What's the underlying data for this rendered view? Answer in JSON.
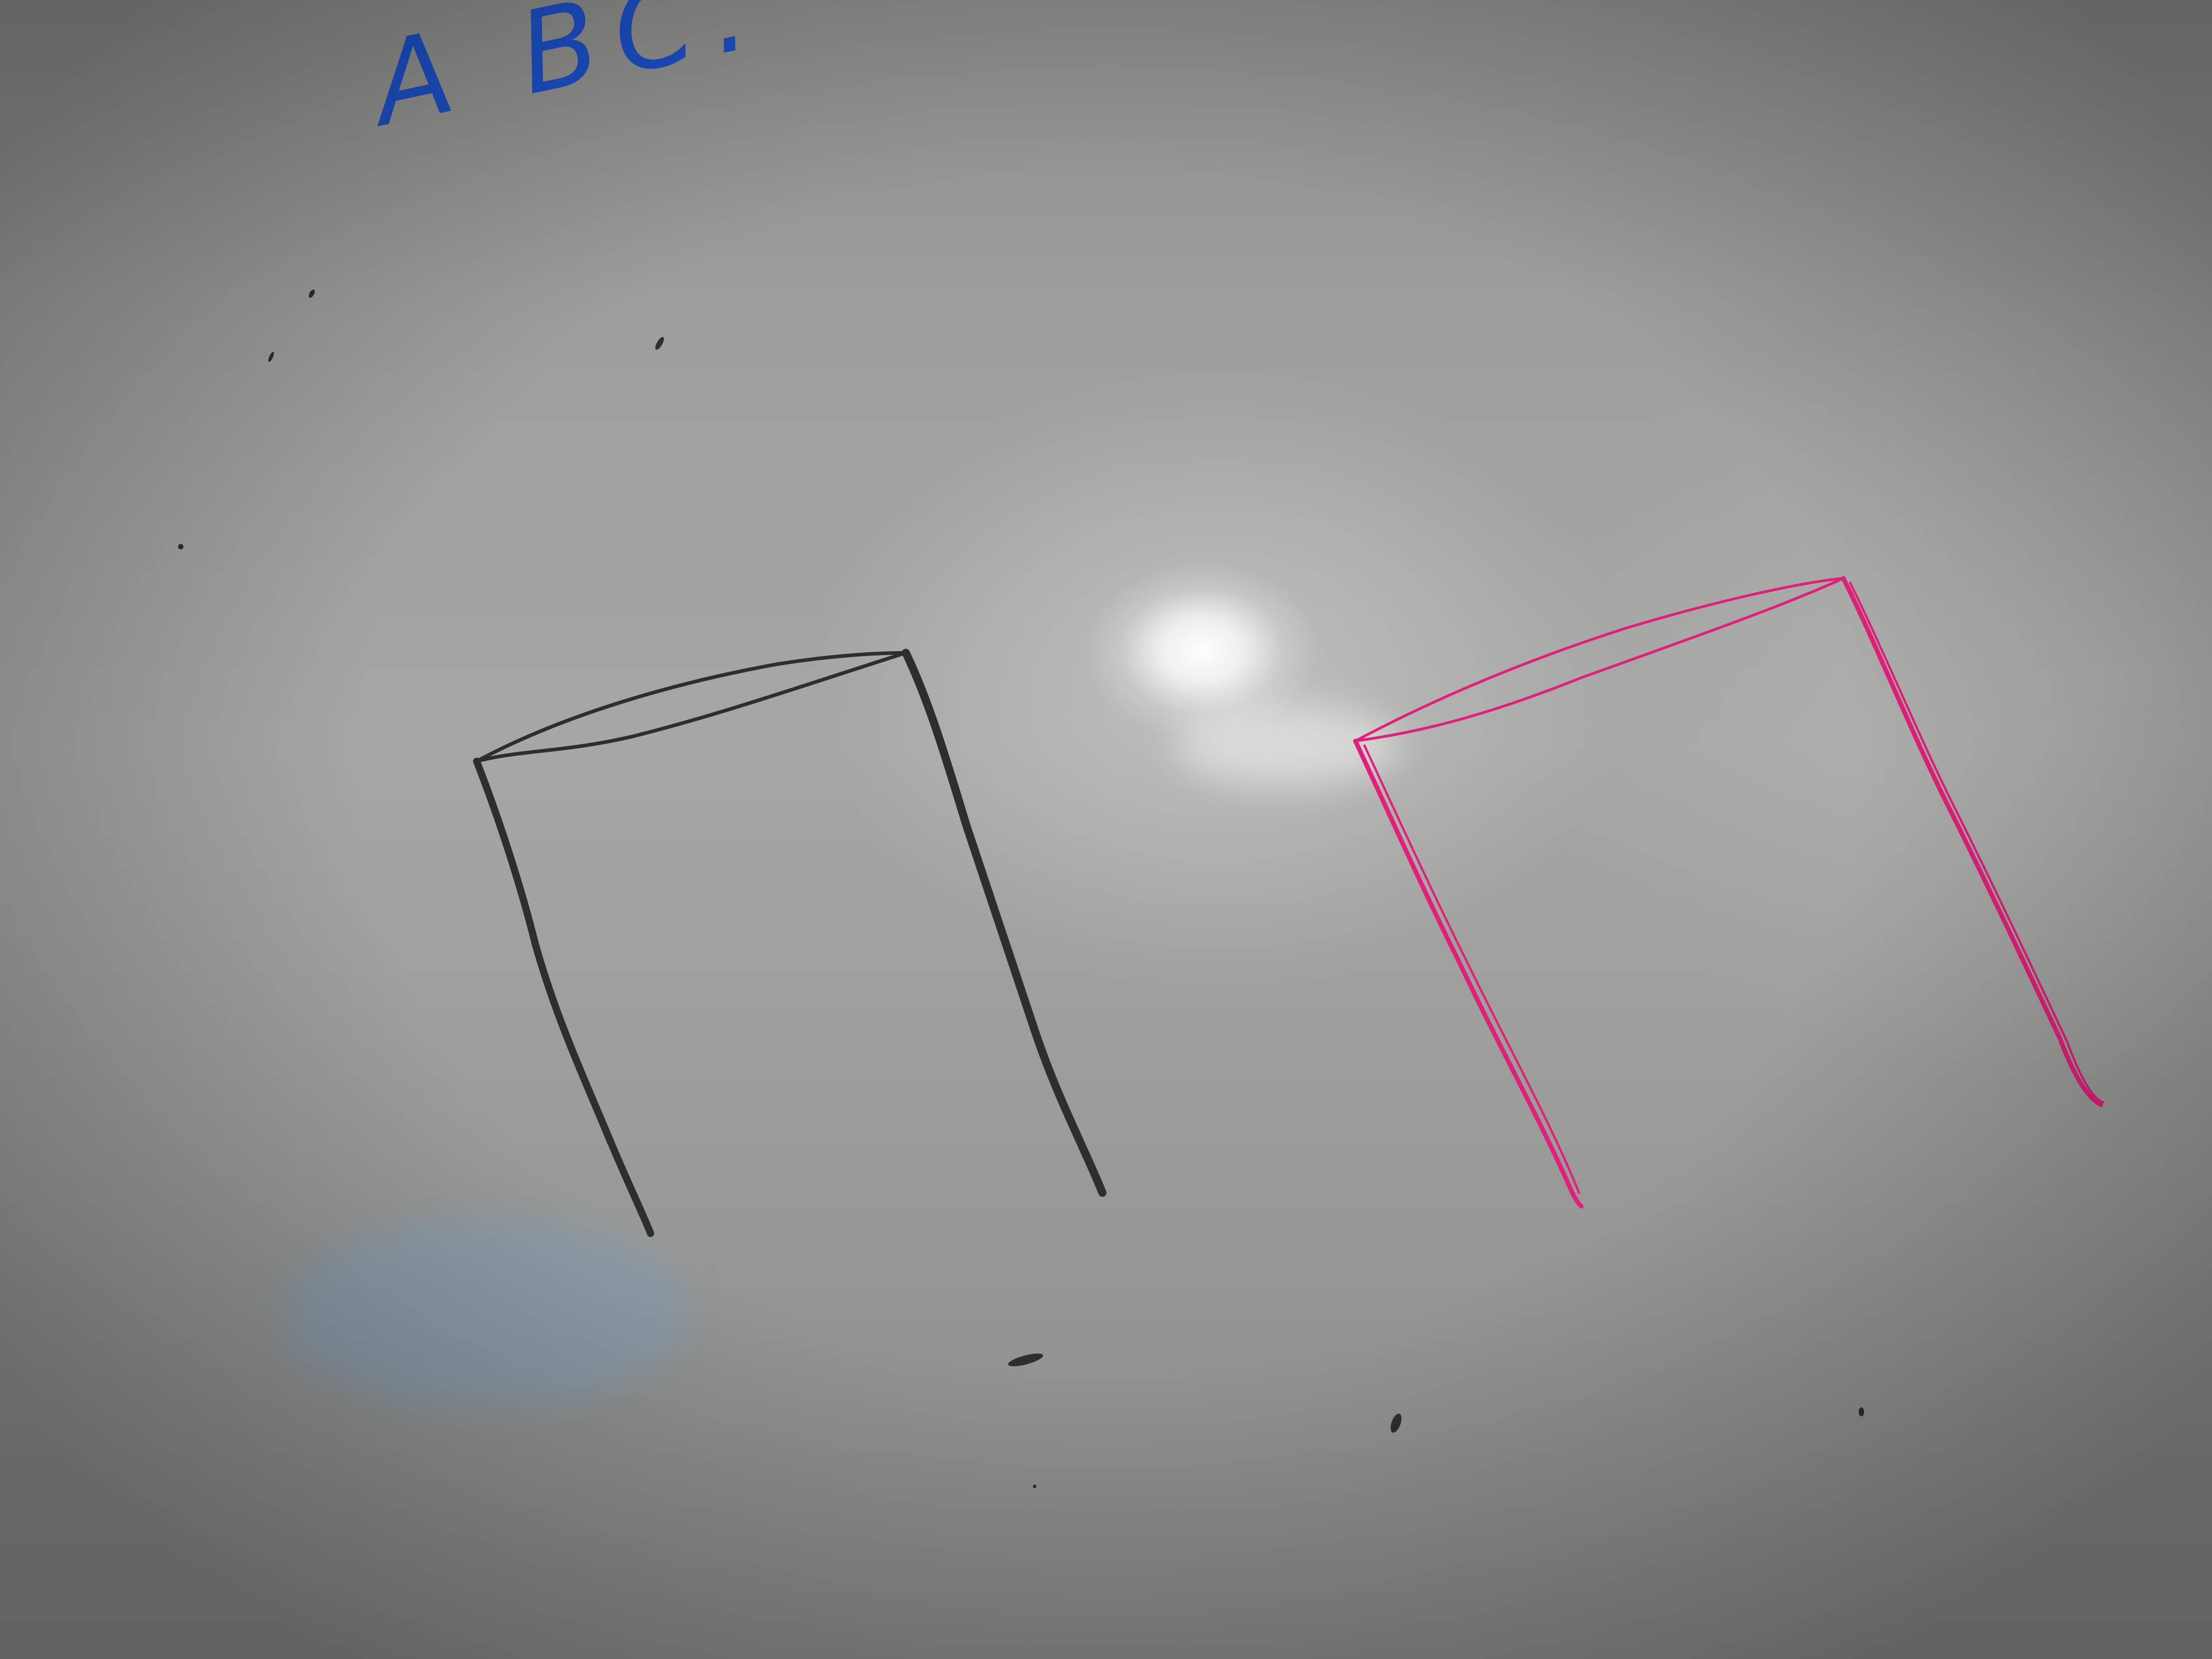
{
  "whiteboard": {
    "handwritten_text": "A BC.",
    "colors": {
      "board": "#a3a4a2",
      "blue_marker": "#1c4fc4",
      "black_marker": "#2e2e30",
      "pink_marker": "#e0207a",
      "faded_blue": "#7fa4c8"
    },
    "drawings": [
      {
        "name": "black-open-box-sketch",
        "marker": "black"
      },
      {
        "name": "pink-open-box-sketch",
        "marker": "pink"
      }
    ]
  }
}
